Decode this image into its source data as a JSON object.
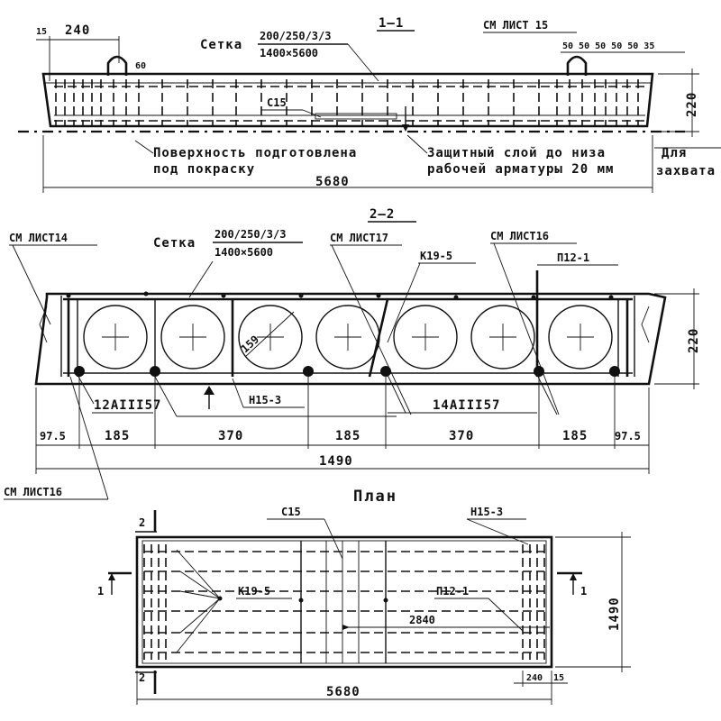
{
  "section_1": {
    "title": "1—1",
    "mesh_label": "Сетка",
    "mesh_spec_top": "200/250/3/3",
    "mesh_spec_bottom": "1400×5600",
    "ref_sheet": "СМ ЛИСТ 15",
    "dim_15": "15",
    "dim_240": "240",
    "dim_60": "60",
    "dim_right_chain": "50 50 50 50 50 35",
    "dim_220": "220",
    "c15": "С15",
    "note_surface_1": "Поверхность подготовлена",
    "note_surface_2": "под покраску",
    "note_cover_1": "Защитный слой до низа",
    "note_cover_2": "рабочей арматуры 20 мм",
    "note_grip_1": "Для",
    "note_grip_2": "захвата",
    "dim_5680": "5680"
  },
  "section_2": {
    "title": "2—2",
    "mesh_label": "Сетка",
    "mesh_spec_top": "200/250/3/3",
    "mesh_spec_bottom": "1400×5600",
    "ref_sheet_14": "СМ ЛИСТ14",
    "ref_sheet_17": "СМ ЛИСТ17",
    "ref_sheet_16_top": "СМ ЛИСТ16",
    "ref_sheet_16_bottom": "СМ ЛИСТ16",
    "k19": "К19-5",
    "p12": "П12-1",
    "diameter": "159",
    "dim_220": "220",
    "bar_left": "12AIII57",
    "bar_right": "14AIII57",
    "n15": "Н15-3",
    "dims_bottom": [
      "97.5",
      "185",
      "370",
      "185",
      "370",
      "185",
      "97.5"
    ],
    "dim_1490": "1490"
  },
  "plan": {
    "title": "План",
    "c15": "С15",
    "n15": "Н15-3",
    "k19": "К19-5",
    "p12": "П12-1",
    "cut_2": "2",
    "cut_1": "1",
    "dim_2840": "2840",
    "dim_1490": "1490",
    "dim_5680": "5680",
    "dim_240": "240",
    "dim_15": "15"
  }
}
